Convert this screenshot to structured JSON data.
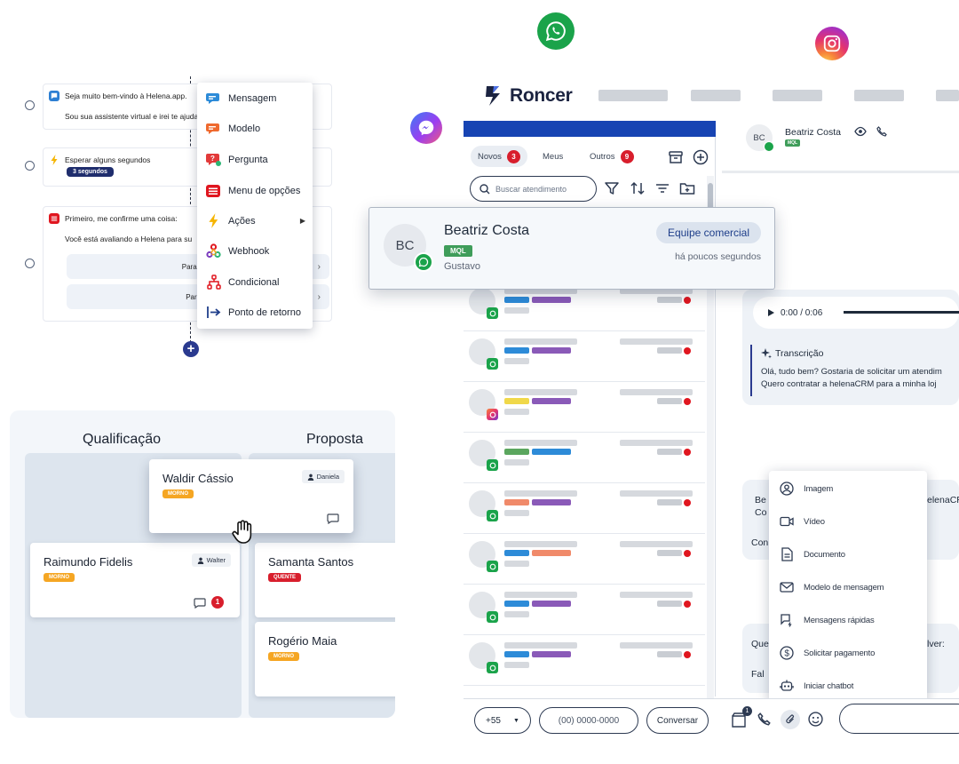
{
  "brand": {
    "name": "Roncer",
    "accent": "#1744b3",
    "badge_red": "#d81e2c",
    "whatsapp_green": "#1aa34a"
  },
  "social": [
    {
      "name": "whatsapp",
      "icon": "whatsapp-icon"
    },
    {
      "name": "instagram",
      "icon": "instagram-icon"
    },
    {
      "name": "messenger",
      "icon": "messenger-icon"
    }
  ],
  "flow": {
    "blocks": [
      {
        "icon": "message-icon",
        "lines": [
          "Seja muito bem-vindo à Helena.app.",
          "Sou sua assistente virtual e irei te ajuda"
        ]
      },
      {
        "icon": "lightning-icon",
        "lines": [
          "Esperar alguns segundos"
        ],
        "badge": "3 segundos"
      },
      {
        "icon": "menu-icon",
        "lines": [
          "Primeiro, me confirme uma coisa:",
          "Você está avaliando a Helena para su"
        ],
        "options": [
          "Para minh",
          "Para us"
        ]
      }
    ],
    "add_label": "+",
    "menu": [
      {
        "label": "Mensagem",
        "icon": "message-icon"
      },
      {
        "label": "Modelo",
        "icon": "template-icon"
      },
      {
        "label": "Pergunta",
        "icon": "question-icon"
      },
      {
        "label": "Menu de opções",
        "icon": "options-menu-icon"
      },
      {
        "label": "Ações",
        "icon": "lightning-icon",
        "submenu": true
      },
      {
        "label": "Webhook",
        "icon": "webhook-icon"
      },
      {
        "label": "Condicional",
        "icon": "conditional-icon"
      },
      {
        "label": "Ponto de retorno",
        "icon": "return-icon"
      }
    ]
  },
  "kanban": {
    "columns": [
      {
        "title": "Qualificação"
      },
      {
        "title": "Proposta"
      }
    ],
    "cards": [
      {
        "name": "Waldir Cássio",
        "tag": "MORNO",
        "owner": "Daniela"
      },
      {
        "name": "Raimundo Fidelis",
        "tag": "MORNO",
        "owner": "Walter",
        "unread": "1"
      },
      {
        "name": "Samanta Santos",
        "tag": "QUENTE"
      },
      {
        "name": "Rogério Maia",
        "tag": "MORNO"
      }
    ]
  },
  "inbox": {
    "tabs": [
      {
        "label": "Novos",
        "count": "3"
      },
      {
        "label": "Meus"
      },
      {
        "label": "Outros",
        "count": "9"
      }
    ],
    "search_placeholder": "Buscar atendimento",
    "rows": [
      {
        "channel": "whatsapp"
      },
      {
        "channel": "whatsapp"
      },
      {
        "channel": "instagram"
      },
      {
        "channel": "whatsapp"
      },
      {
        "channel": "whatsapp"
      },
      {
        "channel": "whatsapp"
      },
      {
        "channel": "whatsapp"
      },
      {
        "channel": "whatsapp"
      }
    ],
    "country_code": "+55",
    "phone_placeholder": "(00) 0000-0000",
    "start_button": "Conversar"
  },
  "notification": {
    "initials": "BC",
    "name": "Beatriz Costa",
    "tag": "MQL",
    "agent": "Gustavo",
    "team": "Equipe comercial",
    "time": "há poucos segundos"
  },
  "chat": {
    "contact_initials": "BC",
    "contact_name": "Beatriz Costa",
    "contact_tag": "MQL",
    "audio_time": "0:00 / 0:06",
    "transcription_title": "Transcrição",
    "transcription_lines": [
      "Olá, tudo bem? Gostaria de solicitar um atendim",
      "Quero contratar a helenaCRM para a minha loj"
    ],
    "partial_texts": [
      "Be",
      "Co",
      "Con",
      "elenaCR",
      "Que",
      "lver:",
      "Fal"
    ],
    "attach_badge": "1",
    "attach_menu": [
      {
        "label": "Imagem",
        "icon": "image-icon"
      },
      {
        "label": "Vídeo",
        "icon": "video-icon"
      },
      {
        "label": "Documento",
        "icon": "document-icon"
      },
      {
        "label": "Modelo de mensagem",
        "icon": "mail-icon"
      },
      {
        "label": "Mensagens rápidas",
        "icon": "quick-reply-icon"
      },
      {
        "label": "Solicitar pagamento",
        "icon": "dollar-icon"
      },
      {
        "label": "Iniciar chatbot",
        "icon": "robot-icon"
      }
    ]
  }
}
